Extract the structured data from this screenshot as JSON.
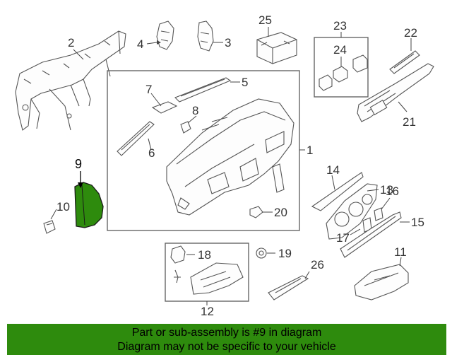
{
  "diagram": {
    "callouts": {
      "c1": "1",
      "c2": "2",
      "c3": "3",
      "c4": "4",
      "c5": "5",
      "c6": "6",
      "c7": "7",
      "c8": "8",
      "c9": "9",
      "c10": "10",
      "c11": "11",
      "c12": "12",
      "c13": "13",
      "c14": "14",
      "c15": "15",
      "c16": "16",
      "c17": "17",
      "c18": "18",
      "c19": "19",
      "c20": "20",
      "c21": "21",
      "c22": "22",
      "c23": "23",
      "c24": "24",
      "c25": "25",
      "c26": "26"
    },
    "highlighted_part": "9",
    "highlight_color": "#2e8b0d"
  },
  "banner": {
    "line1": "Part or sub-assembly is #9 in diagram",
    "line2": "Diagram may not be specific to your vehicle",
    "background": "#2e8b0d"
  }
}
